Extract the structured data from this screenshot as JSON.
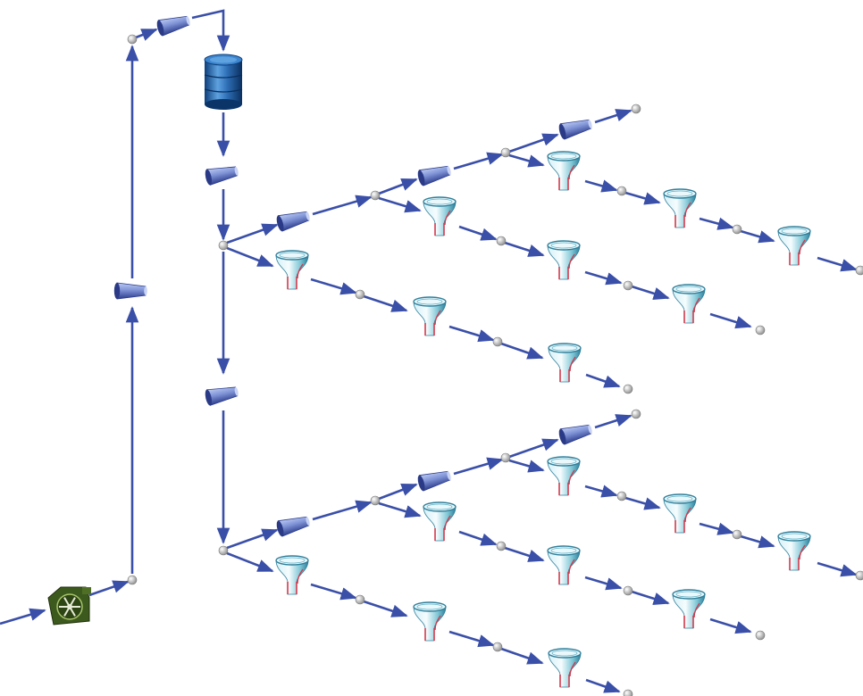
{
  "diagram": {
    "title": "",
    "colors": {
      "pipe": "#3a4fa8",
      "node_light": "#ffffff",
      "node_dark": "#8c8c8c",
      "cone_light": "#9fb2ea",
      "cone_dark": "#3a4a9e",
      "funnel_light": "#e8f7fb",
      "funnel_mid": "#7fc7d6",
      "funnel_dark": "#2f7f9a",
      "funnel_edge": "#d23a4c",
      "tank_light": "#5fa2e0",
      "tank_dark": "#0d3f7c",
      "pump_body": "#3d5a1e",
      "pump_light": "#a7c46a"
    },
    "components": [
      {
        "id": "pump",
        "icon": "pump-icon"
      },
      {
        "id": "tank",
        "icon": "tank-icon"
      },
      {
        "id": "junction",
        "icon": "junction-node-icon"
      },
      {
        "id": "reducer",
        "icon": "reducer-icon"
      },
      {
        "id": "hopper",
        "icon": "funnel-hopper-icon"
      }
    ]
  }
}
